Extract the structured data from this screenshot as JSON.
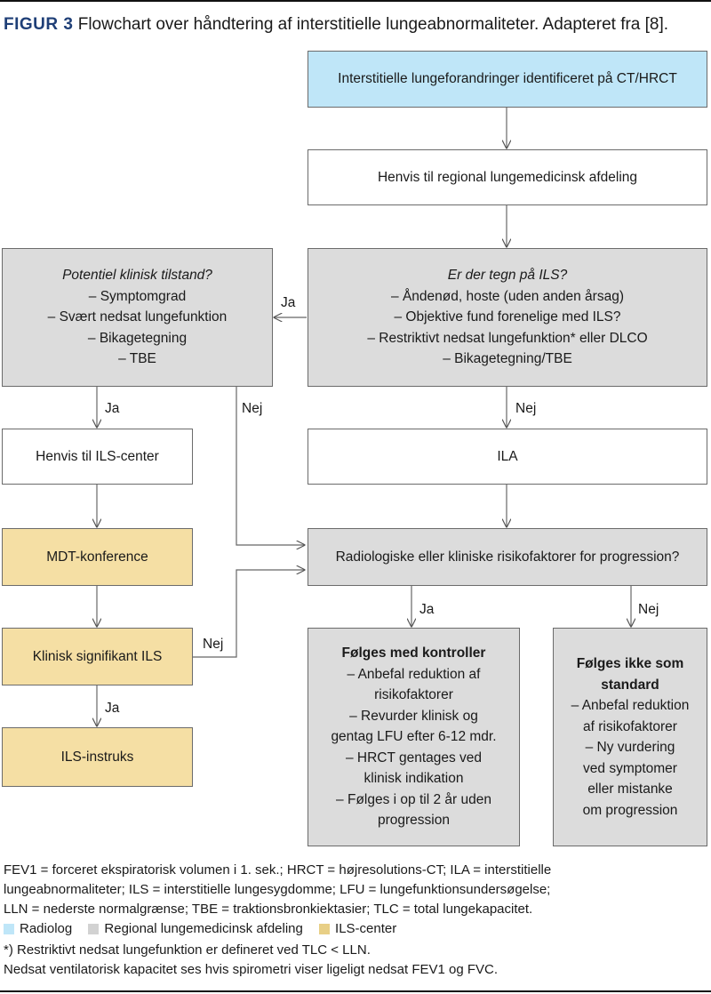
{
  "figure": {
    "label": "FIGUR 3",
    "caption": "Flowchart over håndtering af interstitielle lungeabnormaliteter. Adapteret fra [8]."
  },
  "nodes": {
    "ct": {
      "lines": [
        "Interstitielle lungeforandringer identificeret på CT/HRCT"
      ]
    },
    "regional": {
      "lines": [
        "Henvis til regional lungemedicinsk afdeling"
      ]
    },
    "tegn": {
      "lines": [
        "Er der tegn på ILS?",
        "– Åndenød, hoste (uden anden årsag)",
        "– Objektive fund forenelige med ILS?",
        "– Restriktivt nedsat lungefunktion* eller DLCO",
        "– Bikagetegning/TBE"
      ]
    },
    "potentiel": {
      "lines": [
        "Potentiel klinisk tilstand?",
        "– Symptomgrad",
        "– Svært nedsat lungefunktion",
        "– Bikagetegning",
        "– TBE"
      ]
    },
    "henvis_ils": {
      "lines": [
        "Henvis til ILS-center"
      ]
    },
    "ila": {
      "lines": [
        "ILA"
      ]
    },
    "mdt": {
      "lines": [
        "MDT-konference"
      ]
    },
    "risiko": {
      "lines": [
        "Radiologiske eller kliniske risikofaktorer for progression?"
      ]
    },
    "klinisk": {
      "lines": [
        "Klinisk signifikant ILS"
      ]
    },
    "instruks": {
      "lines": [
        "ILS-instruks"
      ]
    },
    "kontroller": {
      "lines": [
        "Følges med kontroller",
        "– Anbefal reduktion af",
        "risikofaktorer",
        "– Revurder klinisk og",
        "gentag LFU efter 6-12 mdr.",
        "– HRCT gentages ved",
        "klinisk indikation",
        "– Følges i op til 2 år uden",
        "progression"
      ]
    },
    "ikke_standard": {
      "lines": [
        "Følges ikke som",
        "standard",
        "– Anbefal reduktion",
        "af risikofaktorer",
        "– Ny vurdering",
        "ved symptomer",
        "eller mistanke",
        "om progression"
      ]
    }
  },
  "edge_labels": {
    "tegn_ja": "Ja",
    "potentiel_ja": "Ja",
    "potentiel_nej": "Nej",
    "tegn_nej": "Nej",
    "risiko_ja": "Ja",
    "risiko_nej": "Nej",
    "klinisk_nej": "Nej",
    "klinisk_ja": "Ja"
  },
  "footnotes": {
    "abbrev_1": "FEV1 = forceret ekspiratorisk volumen i 1. sek.; HRCT = højresolutions-CT; ILA = interstitielle",
    "abbrev_2": "lungeabnormaliteter; ILS = interstitielle lungesygdomme; LFU = lungefunktionsundersøgelse;",
    "abbrev_3": "LLN = nederste normalgrænse; TBE = traktionsbronkiektasier; TLC = total lungekapacitet.",
    "legend": [
      {
        "label": "Radiolog",
        "color": "#bfe6f8"
      },
      {
        "label": "Regional lungemedicinsk afdeling",
        "color": "#d2d2d2"
      },
      {
        "label": "ILS-center",
        "color": "#e8cf86"
      }
    ],
    "note_1": "*) Restriktivt nedsat lungefunktion er defineret ved TLC < LLN.",
    "note_2": "Nedsat ventilatorisk kapacitet ses hvis spirometri viser ligeligt nedsat FEV1 og FVC."
  }
}
